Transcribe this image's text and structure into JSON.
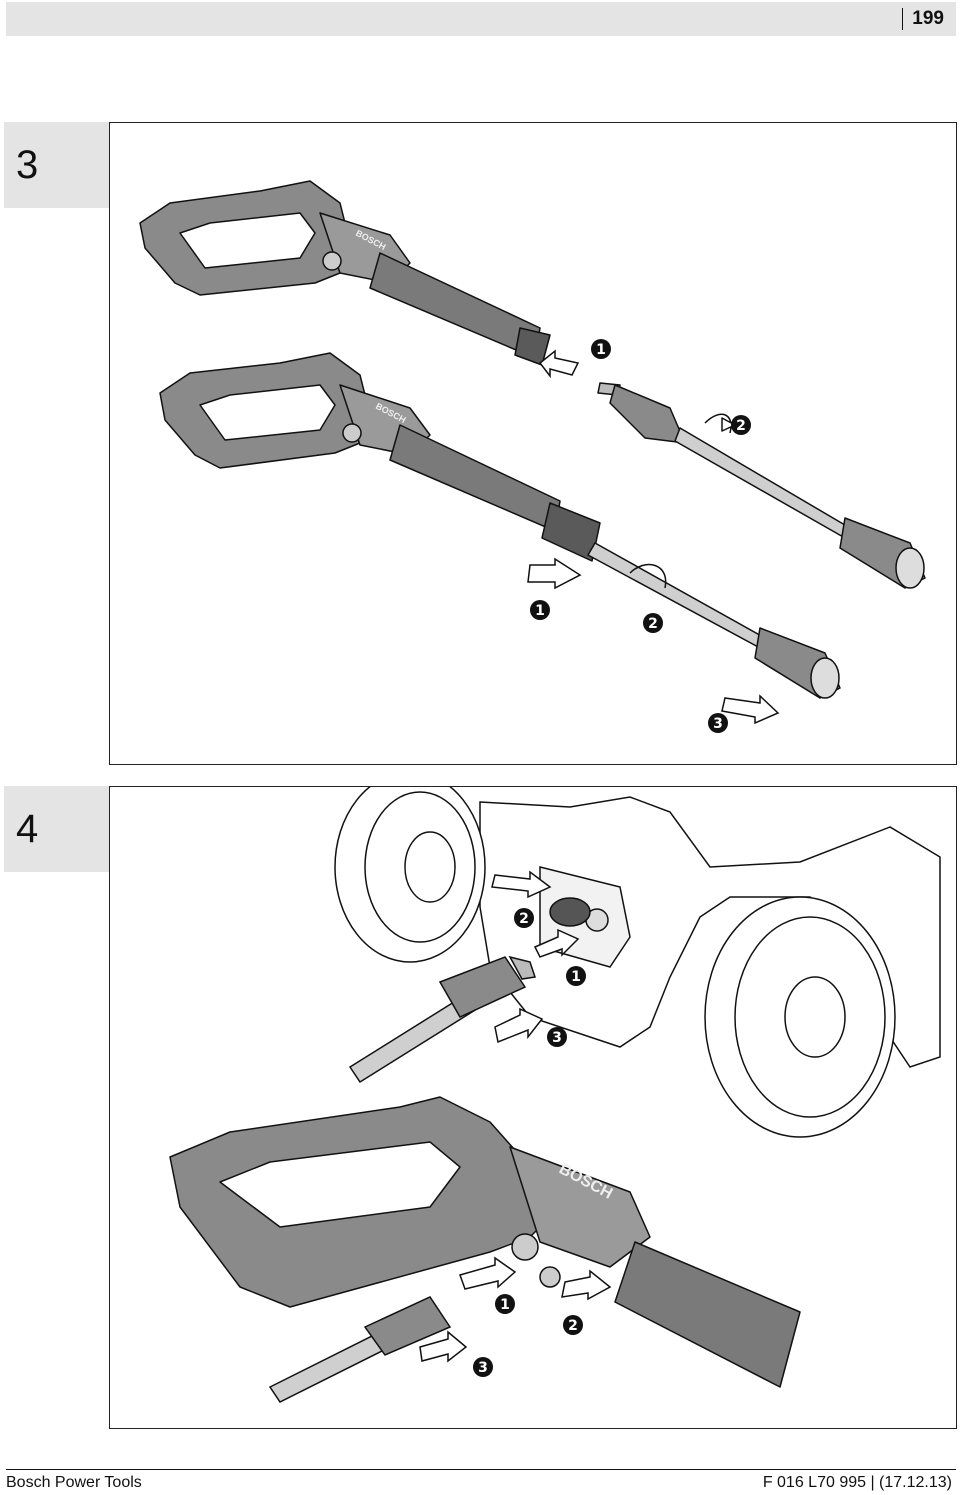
{
  "header": {
    "page_number": "199"
  },
  "figures": [
    {
      "label": "3",
      "brand": "BOSCH",
      "callouts": [
        "1",
        "2",
        "1",
        "2",
        "3"
      ]
    },
    {
      "label": "4",
      "brand": "BOSCH",
      "callouts": [
        "2",
        "1",
        "3",
        "1",
        "2",
        "3"
      ]
    }
  ],
  "footer": {
    "left": "Bosch Power Tools",
    "right": "F 016 L70 995 | (17.12.13)"
  }
}
